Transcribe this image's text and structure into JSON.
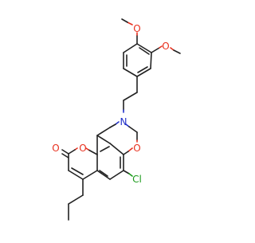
{
  "molecule": {
    "atom_labels": {
      "methoxy_top_o": "O",
      "methoxy_side_o": "O",
      "ring_n": "N",
      "oxazine_o": "O",
      "pyranone_ring_o": "O",
      "carbonyl_o": "O",
      "chloro": "Cl"
    },
    "colors": {
      "bond": "#222222",
      "oxygen": "#e8311f",
      "nitrogen": "#2130c9",
      "chlorine": "#1a9a1a",
      "background": "#ffffff"
    }
  }
}
